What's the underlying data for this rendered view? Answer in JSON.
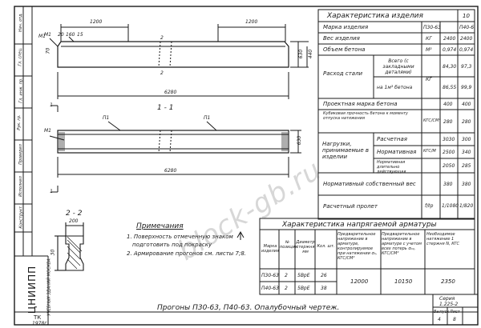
{
  "drawing": {
    "dims": {
      "d1200a": "1200",
      "d1200b": "1200",
      "d6280a": "6280",
      "d6280b": "6280",
      "d20": "20",
      "d160": "160",
      "d15": "15",
      "d70": "70",
      "d440": "440",
      "d630": "630",
      "d200": "200",
      "d630b": "630",
      "d30": "30"
    },
    "marks": {
      "m1a": "М1",
      "m1b": "М1",
      "m1c": "М1",
      "p1a": "П1",
      "p1b": "П1"
    },
    "section_1": "1 - 1",
    "section_2": "2 - 2",
    "cut_marks": {
      "c1a": "1",
      "c1b": "1",
      "c2a": "2",
      "c2b": "2"
    }
  },
  "notes": {
    "title": "Примечания",
    "n1a": "1. Поверхность отмеченную знаком",
    "n1b": "подготовить под покраску",
    "n2": "2. Армирование прогонов см. листы 7;8."
  },
  "properties_table": {
    "title": "Характеристика изделия",
    "sheet_no": "10",
    "rows": [
      {
        "label": "Марка изделия",
        "unit": "",
        "v1": "П30-63",
        "v2": "П40-6"
      },
      {
        "label": "Вес изделия",
        "unit": "КГ",
        "v1": "2400",
        "v2": "2400"
      },
      {
        "label": "Объем бетона",
        "unit": "М³",
        "v1": "0,974",
        "v2": "0,974"
      },
      {
        "label": "Всего (с закладными деталями)",
        "unit": "",
        "v1": "84,30",
        "v2": "97,3"
      },
      {
        "label": "на 1м³ бетона",
        "unit": "",
        "v1": "86,55",
        "v2": "99,9"
      },
      {
        "label": "Проектная марка бетона",
        "unit": "",
        "v1": "400",
        "v2": "400"
      },
      {
        "label": "Кубиковая прочность бетона к моменту отпуска натяжения",
        "unit": "",
        "v1": "280",
        "v2": "280"
      },
      {
        "label": "Расчетная",
        "unit": "",
        "v1": "3030",
        "v2": "300"
      },
      {
        "label": "Нормативная",
        "unit": "",
        "v1": "2500",
        "v2": "340"
      },
      {
        "label": "Нормативная длительно действующая",
        "unit": "",
        "v1": "2050",
        "v2": "285"
      },
      {
        "label": "Нормативный собственный вес",
        "unit": "",
        "v1": "380",
        "v2": "380"
      },
      {
        "label": "Расчетный пролет",
        "unit": "",
        "v1": "1/1080",
        "v2": "1/820"
      }
    ],
    "group_labels": {
      "rashod": "Расход стали",
      "rashod_unit": "КГ",
      "nagruzki": "Нагрузки, принимаемые в изделии",
      "nagruzki_unit": "КГС/М",
      "kub_unit": "КГС/СМ²",
      "prolet_unit": "f/ℓр"
    }
  },
  "rebar_table": {
    "title": "Характеристика напрягаемой арматуры",
    "headers": {
      "mark": "Марка изделия",
      "no": "№ позиции",
      "dia": "Диаметр стержня мм",
      "qty": "Кол. шт.",
      "pre": "Предварительное напряжение в арматуре, контролируемое при натяжении σ₀, КГС/СМ²",
      "loss": "Предварительное напряжение в арматуре с учетом всех потерь σ₀₂, КГС/СМ²",
      "force": "Необходимое натяжение 1 стержня N, КГС"
    },
    "rows": [
      {
        "mark": "П30-63",
        "no": "2",
        "dia": "5ВрЕ",
        "qty": "26"
      },
      {
        "mark": "П40-63",
        "no": "2",
        "dia": "5ВрЕ",
        "qty": "38"
      }
    ],
    "shared": {
      "pre": "12000",
      "loss": "10150",
      "force": "2350"
    }
  },
  "title_block": {
    "title": "Прогоны П30-63, П40-63. Опалубочный чертеж.",
    "series_label": "Серия",
    "series_value": "1.225-2",
    "issue_label": "Выпуск",
    "issue_value": "4",
    "sheet_label": "Лист",
    "sheet_value": "8",
    "tk": "ТК",
    "year": "1978г.",
    "org": "ЦНИИПП",
    "org_sub": "УЧЕБНЫХ ЗДАНИЙ МОСКВА"
  },
  "side_stamp": {
    "rows": [
      "Нач. отд.",
      "Гл. спец.",
      "Гл. инж. пр.",
      "Рук. гр.",
      "Проверил",
      "Исполнил",
      "Конструкт."
    ]
  },
  "watermark": "block-gb.ru"
}
